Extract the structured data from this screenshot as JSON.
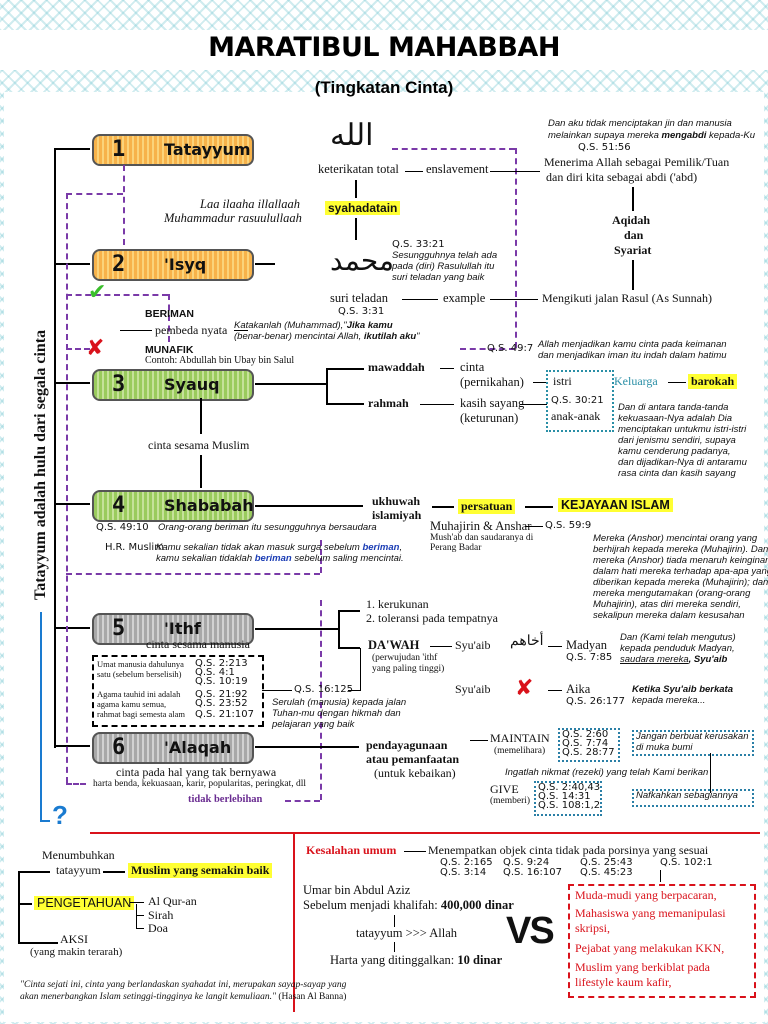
{
  "header": {
    "title": "MARATIBUL MAHABBAH",
    "subtitle": "(Tingkatan Cinta)"
  },
  "vertical_label": "Tatayyum adalah hulu dari segala cinta",
  "levels": [
    {
      "num": "1",
      "name": "Tatayyum"
    },
    {
      "num": "2",
      "name": "'Isyq"
    },
    {
      "num": "3",
      "name": "Syauq"
    },
    {
      "num": "4",
      "name": "Shababah"
    },
    {
      "num": "5",
      "name": "'Ithf"
    },
    {
      "num": "6",
      "name": "'Alaqah"
    }
  ],
  "tatayyum": {
    "allah_arabic": "الله",
    "keterikatan": "keterikatan total",
    "enslavement": "enslavement",
    "quote1": "Dan aku tidak menciptakan jin dan manusia",
    "quote2a": "melainkan supaya mereka ",
    "quote2b": "mengabdi",
    "quote2c": " kepada-Ku",
    "qs": "Q.S. 51:56",
    "menerima1": "Menerima Allah sebagai Pemilik/Tuan",
    "menerima2": "dan diri kita sebagai abdi ('abd)",
    "aqidah": "Aqidah",
    "dan": "dan",
    "syariat": "Syariat",
    "laa1": "Laa ilaaha illallaah",
    "laa2": "Muhammadur rasuulullaah",
    "syahadatain": "syahadatain"
  },
  "isyq": {
    "muhammad_arabic": "محمد",
    "qs1": "Q.S. 33:21",
    "q1": "Sesungguhnya telah ada",
    "q2": "pada (diri) Rasulullah itu",
    "q3": "suri teladan yang baik",
    "suri": "suri teladan",
    "example": "example",
    "qs2": "Q.S. 3:31",
    "mengikuti": "Mengikuti jalan Rasul (As Sunnah)",
    "beriman": "BERIMAN",
    "pembeda": "pembeda nyata",
    "katakanlah1a": "Katakanlah (Muhammad),\"",
    "katakanlah1b": "Jika kamu",
    "katakanlah2a": "(benar-benar) mencintai Allah, ",
    "katakanlah2b": "ikutilah aku",
    "katakanlah2c": "\"",
    "munafik": "MUNAFIK",
    "contoh": "Contoh: Abdullah bin Ubay bin Salul",
    "qs3": "Q.S. 49:7",
    "q4": "Allah menjadikan kamu cinta pada keimanan",
    "q5": "dan menjadikan iman itu indah dalam hatimu"
  },
  "syauq": {
    "mawaddah": "mawaddah",
    "rahmah": "rahmah",
    "cinta": "cinta",
    "pernikahan": "(pernikahan)",
    "kasih": "kasih sayang",
    "keturunan": "(keturunan)",
    "istri": "istri",
    "qs": "Q.S. 30:21",
    "anak": "anak-anak",
    "keluarga": "Keluarga",
    "barokah": "barokah",
    "cinta_sesama": "cinta sesama Muslim",
    "d1": "Dan di antara tanda-tanda",
    "d2": "kekuasaan-Nya adalah Dia",
    "d3": "menciptakan untukmu istri-istri",
    "d4": "dari jenismu sendiri, supaya",
    "d5": "kamu cenderung padanya,",
    "d6": "dan dijadikan-Nya di antaramu",
    "d7": "rasa cinta dan kasih sayang"
  },
  "shababah": {
    "ukhuwah1": "ukhuwah",
    "ukhuwah2": "islamiyah",
    "persatuan": "persatuan",
    "kejayaan": "KEJAYAAN ISLAM",
    "muhajirin": "Muhajirin & Anshar",
    "mushab1": "Mush'ab dan saudaranya di",
    "mushab2": "Perang Badar",
    "qs1": "Q.S. 49:10",
    "qs1_text": "Orang-orang beriman itu sesungguhnya bersaudara",
    "hr": "H.R. Muslim",
    "hr1a": "Kamu sekalian tidak akan masuk surga sebelum ",
    "hr1b": "beriman",
    "hr1c": ",",
    "hr2a": "kamu sekalian tidaklah ",
    "hr2b": "beriman",
    "hr2c": " sebelum saling mencintai.",
    "qs2": "Q.S. 59:9",
    "m1": "Mereka (Anshor) mencintai orang yang",
    "m2": "berhijrah kepada mereka (Muhajirin). Dan",
    "m3": "mereka (Anshor) tiada menaruh keinginan",
    "m4": "dalam hati mereka terhadap apa-apa yang",
    "m5": "diberikan kepada mereka (Muhajirin); dan",
    "m6": "mereka mengutamakan (orang-orang",
    "m7": "Muhajirin), atas diri mereka sendiri,",
    "m8": "sekalipun mereka dalam kesusahan"
  },
  "ithf": {
    "k1": "1. kerukunan",
    "k2": "2. toleransi pada tempatnya",
    "cinta_manusia": "cinta sesama manusia",
    "dawah": "DA'WAH",
    "perwujudan1": "(perwujudan 'ithf",
    "perwujudan2": "yang paling tinggi)",
    "syuaib1": "Syu'aib",
    "akhahum": "أخاهم",
    "madyan": "Madyan",
    "qs_madyan": "Q.S. 7:85",
    "madyan_t1": "Dan (Kami telah mengutus)",
    "madyan_t2": "kepada penduduk Madyan,",
    "madyan_t3a": "saudara mereka",
    "madyan_t3b": ", Syu'aib",
    "syuaib2": "Syu'aib",
    "aika": "Aika",
    "qs_aika": "Q.S. 26:177",
    "aika_t1": "Ketika Syu'aib berkata",
    "aika_t2": "kepada mereka...",
    "umat1": "Umat manusia dahulunya",
    "umat2": "satu (sebelum berselisih)",
    "qs_u1": "Q.S. 2:213",
    "qs_u2": "Q.S. 4:1",
    "qs_u3": "Q.S. 10:19",
    "agama1": "Agama tauhid ini adalah",
    "agama2": "agama kamu semua,",
    "agama3": "rahmat bagi semesta alam",
    "qs_a1": "Q.S. 21:92",
    "qs_a2": "Q.S. 23:52",
    "qs_a3": "Q.S. 21:107",
    "qs_16": "Q.S. 16:125",
    "seru1": "Serulah (manusia) kepada jalan",
    "seru2": "Tuhan-mu dengan hikmah dan",
    "seru3": "pelajaran yang baik"
  },
  "alaqah": {
    "cinta_hal": "cinta pada hal yang tak bernyawa",
    "harta": "harta benda, kekuasaan, karir, popularitas, peringkat, dll",
    "tidak": "tidak berlebihan",
    "pendaya1": "pendayagunaan",
    "pendaya2": "atau pemanfaatan",
    "untuk": "(untuk kebaikan)",
    "maintain": "MAINTAIN",
    "memelihara": "(memelihara)",
    "qs_m1": "Q.S. 2:60",
    "qs_m2": "Q.S. 7:74",
    "qs_m3": "Q.S. 28:77",
    "jangan1": "Jangan berbuat kerusakan",
    "jangan2": "di muka bumi",
    "ingatlah": "Ingatlah nikmat (rezeki) yang telah Kami berikan",
    "give": "GIVE",
    "memberi": "(memberi)",
    "qs_g1": "Q.S. 2:40,43",
    "qs_g2": "Q.S. 14:31",
    "qs_g3": "Q.S. 108:1,2",
    "nafkah": "Nafkahkan sebagiannya"
  },
  "bottom_left": {
    "question": "?",
    "menumbuhkan": "Menumbuhkan",
    "tatayyum": "tatayyum",
    "muslim": "Muslim yang semakin baik",
    "pengetahuan": "PENGETAHUAN",
    "quran": "Al Qur-an",
    "sirah": "Sirah",
    "doa": "Doa",
    "aksi": "AKSI",
    "terarah": "(yang makin terarah)",
    "quote1": "\"Cinta sejati ini, cinta yang berlandaskan syahadat ini, merupakan sayap-sayap yang",
    "quote2a": "akan menerbangkan Islam setinggi-tingginya ke langit kemuliaan.\"",
    "quote2b": " (Hasan Al Banna)"
  },
  "bottom_right": {
    "kesalahan": "Kesalahan umum",
    "menempatkan": "Menempatkan objek cinta tidak pada porsinya yang sesuai",
    "qs_list": [
      "Q.S. 2:165",
      "Q.S. 3:14",
      "Q.S. 9:24",
      "Q.S. 16:107",
      "Q.S. 25:43",
      "Q.S. 45:23",
      "Q.S. 102:1"
    ],
    "umar": "Umar bin Abdul Aziz",
    "sebelum_a": "Sebelum menjadi khalifah: ",
    "sebelum_b": "400,000 dinar",
    "tatayyum_allah": "tatayyum >>> Allah",
    "harta_a": "Harta yang ditinggalkan: ",
    "harta_b": "10 dinar",
    "vs": "VS",
    "list": [
      "Muda-mudi yang berpacaran,",
      "Mahasiswa yang memanipulasi",
      "skripsi,",
      "Pejabat yang melakukan KKN,",
      "Muslim yang berkiblat pada",
      "lifestyle kaum kafir,"
    ]
  },
  "colors": {
    "pattern": "#78c8d2",
    "orange": "#f7b24a",
    "green": "#9acb5d",
    "grey": "#a8a8a8",
    "highlight": "#ffff33",
    "purple": "#6a2c91",
    "red": "#d9121b",
    "blue": "#1a7bd0"
  }
}
